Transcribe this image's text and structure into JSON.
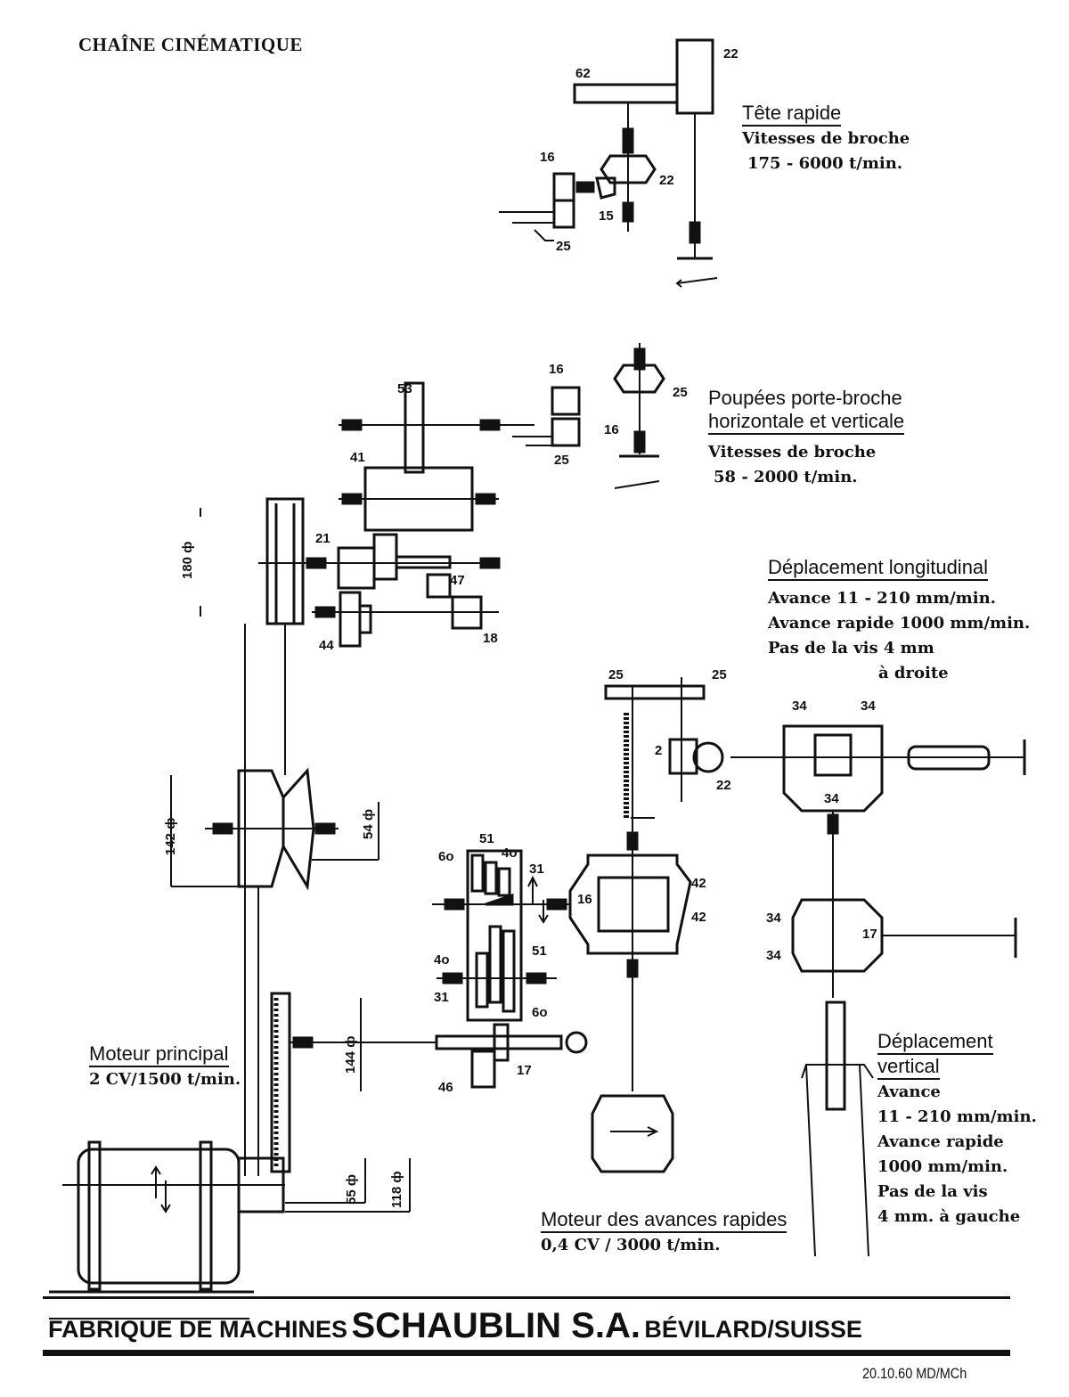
{
  "title": "CHAÎNE CINÉMATIQUE",
  "sections": {
    "tete_rapide": {
      "heading": "Tête rapide",
      "lines": [
        "Vitesses de broche",
        "175 - 6000 t/min."
      ]
    },
    "poupees": {
      "heading": [
        "Poupées porte-broche",
        "horizontale et verticale"
      ],
      "lines": [
        "Vitesses de broche",
        "58 - 2000 t/min."
      ]
    },
    "longitudinal": {
      "heading": "Déplacement longitudinal",
      "lines": [
        "Avance  11 - 210 mm/min.",
        "Avance rapide  1000 mm/min.",
        "Pas de la vis  4 mm",
        "à droite"
      ]
    },
    "vertical": {
      "heading": [
        "Déplacement",
        "vertical"
      ],
      "lines": [
        "Avance",
        "11 - 210 mm/min.",
        "Avance rapide",
        "1000 mm/min.",
        "Pas de la vis",
        "4 mm. à gauche"
      ]
    },
    "moteur_principal": {
      "heading": "Moteur principal",
      "lines": [
        "2 CV/1500 t/min."
      ]
    },
    "moteur_avances": {
      "heading": "Moteur des avances rapides",
      "lines": [
        "0,4 CV / 3000 t/min."
      ]
    }
  },
  "gear_numbers": {
    "g62": "62",
    "g22a": "22",
    "g16a": "16",
    "g22b": "22",
    "g15": "15",
    "g25a": "25",
    "g53": "53",
    "g16b": "16",
    "g25b": "25",
    "g16c": "16",
    "g25c": "25",
    "g41": "41",
    "g21": "21",
    "g47": "47",
    "g44": "44",
    "g18": "18",
    "g25d": "25",
    "g25e": "25",
    "g2": "2",
    "g22c": "22",
    "g34a": "34",
    "g34b": "34",
    "g34c": "34",
    "g34d": "34",
    "g34e": "34",
    "g17b": "17",
    "g60a": "6o",
    "g51a": "51",
    "g40a": "4o",
    "g31a": "31",
    "g16d": "16",
    "g42a": "42",
    "g42b": "42",
    "g40b": "4o",
    "g31b": "31",
    "g51b": "51",
    "g60b": "6o",
    "g17a": "17",
    "g46": "46"
  },
  "dimensions": {
    "d180": "180 ф",
    "d142": "142 ф",
    "d54": "54 ф",
    "d144": "144 ф",
    "d55": "55 ф",
    "d118": "118 ф"
  },
  "footer": {
    "prefix": "FABRIQUE DE MACHINES",
    "brand": "SCHAUBLIN S.A.",
    "suffix": "BÉVILARD/SUISSE",
    "ref": "20.10.60 MD/MCh"
  }
}
